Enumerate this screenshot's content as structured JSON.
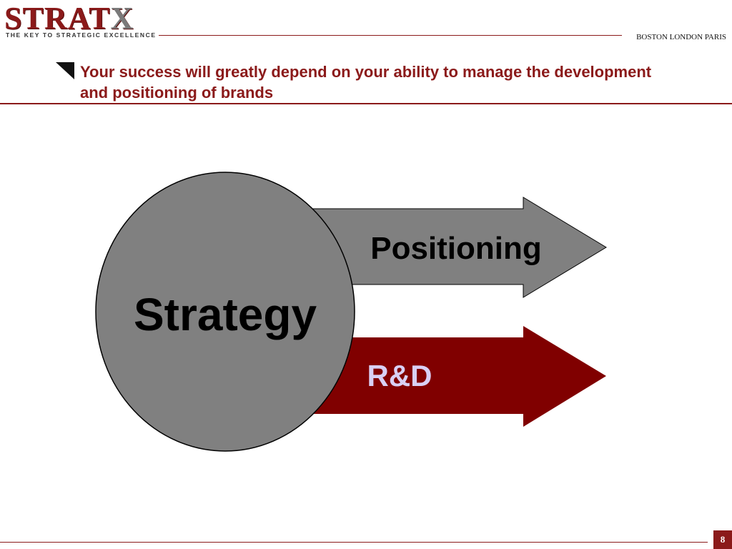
{
  "header": {
    "logo_text_main": "STRAT",
    "logo_text_x": "X",
    "tagline": "THE KEY TO STRATEGIC EXCELLENCE",
    "offices": "BOSTON LONDON PARIS"
  },
  "slide": {
    "title": "Your success will greatly depend on your ability to manage the development and positioning of brands"
  },
  "diagram": {
    "center_label": "Strategy",
    "arrow_top_label": "Positioning",
    "arrow_bottom_label": "R&D",
    "colors": {
      "arrow_top": "#808080",
      "arrow_bottom": "#800000",
      "circle": "#808080",
      "bottom_label": "#d9d0f5",
      "accent": "#8b1a1a"
    }
  },
  "footer": {
    "page_number": "8"
  }
}
